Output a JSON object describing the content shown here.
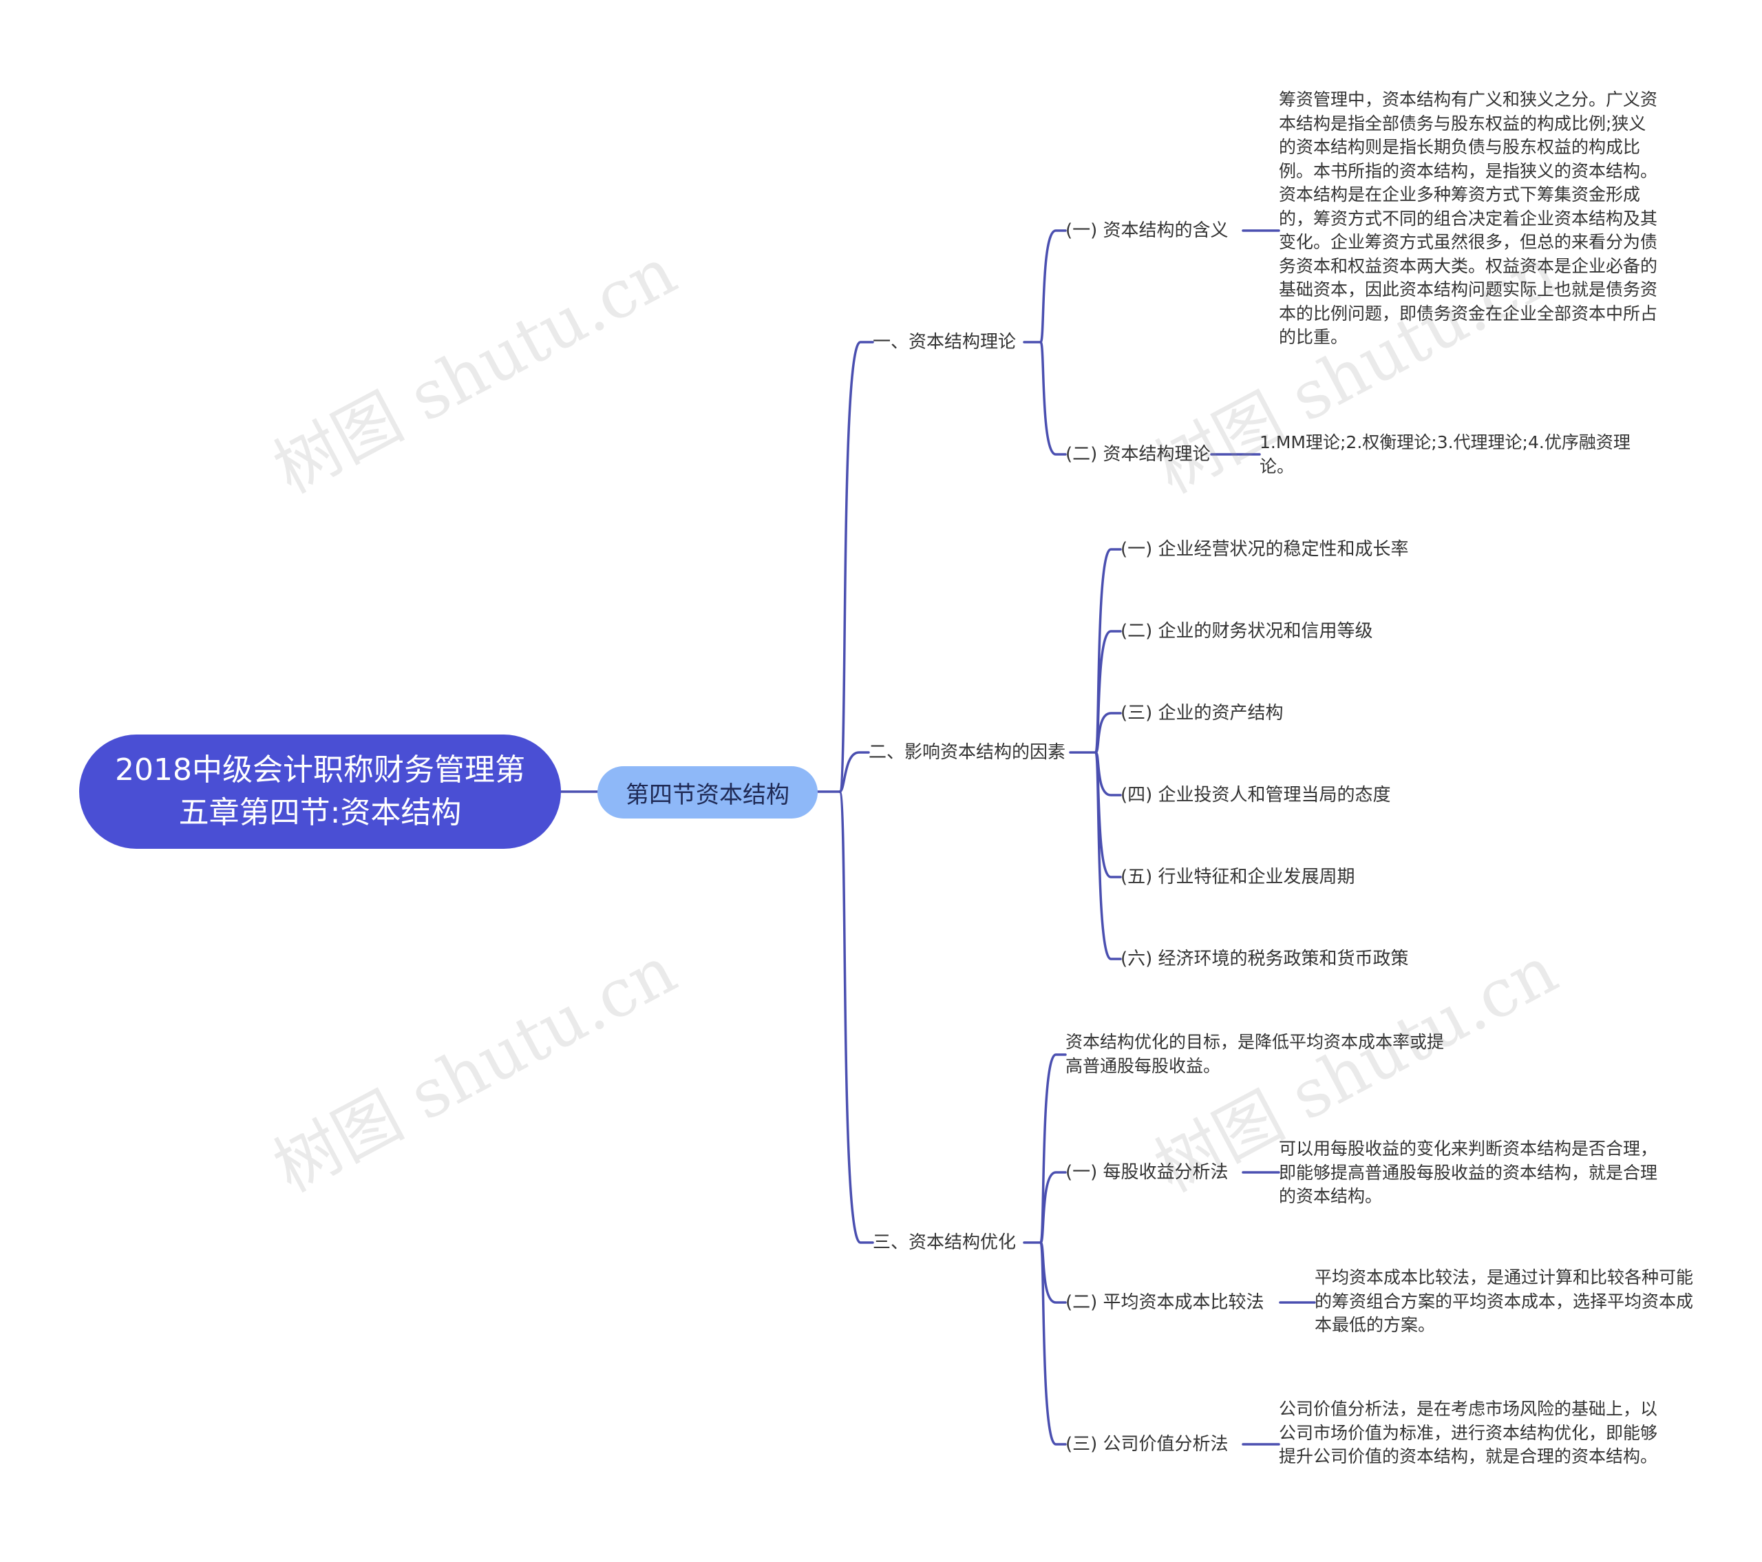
{
  "root": {
    "title": "2018中级会计职称财务管理第五章第四节:资本结构"
  },
  "center": {
    "label": "第四节资本结构"
  },
  "sections": {
    "s1": {
      "label": "一、资本结构理论",
      "a": {
        "label": "(一) 资本结构的含义",
        "text": "筹资管理中，资本结构有广义和狭义之分。广义资本结构是指全部债务与股东权益的构成比例;狭义的资本结构则是指长期负债与股东权益的构成比例。本书所指的资本结构，是指狭义的资本结构。资本结构是在企业多种筹资方式下筹集资金形成的，筹资方式不同的组合决定着企业资本结构及其变化。企业筹资方式虽然很多，但总的来看分为债务资本和权益资本两大类。权益资本是企业必备的基础资本，因此资本结构问题实际上也就是债务资本的比例问题，即债务资金在企业全部资本中所占的比重。"
      },
      "b": {
        "label": "(二) 资本结构理论",
        "text": "1.MM理论;2.权衡理论;3.代理理论;4.优序融资理论。"
      }
    },
    "s2": {
      "label": "二、影响资本结构的因素",
      "items": [
        "(一) 企业经营状况的稳定性和成长率",
        "(二) 企业的财务状况和信用等级",
        "(三) 企业的资产结构",
        "(四) 企业投资人和管理当局的态度",
        "(五) 行业特征和企业发展周期",
        "(六) 经济环境的税务政策和货币政策"
      ]
    },
    "s3": {
      "label": "三、资本结构优化",
      "goal": "资本结构优化的目标，是降低平均资本成本率或提高普通股每股收益。",
      "a": {
        "label": "(一) 每股收益分析法",
        "text": "可以用每股收益的变化来判断资本结构是否合理，即能够提高普通股每股收益的资本结构，就是合理的资本结构。"
      },
      "b": {
        "label": "(二) 平均资本成本比较法",
        "text": "平均资本成本比较法，是通过计算和比较各种可能的筹资组合方案的平均资本成本，选择平均资本成本最低的方案。"
      },
      "c": {
        "label": "(三) 公司价值分析法",
        "text": "公司价值分析法，是在考虑市场风险的基础上，以公司市场价值为标准，进行资本结构优化，即能够提升公司价值的资本结构，就是合理的资本结构。"
      }
    }
  },
  "watermark": {
    "text": "树图 shutu.cn"
  },
  "colors": {
    "root": "#4a4fd4",
    "center": "#8eb8f8",
    "line": "#4a4fb0"
  }
}
